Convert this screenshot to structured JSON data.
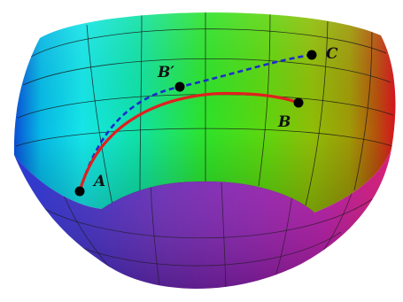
{
  "diagram": {
    "points": [
      {
        "id": "A",
        "label": "A"
      },
      {
        "id": "B",
        "label": "B"
      },
      {
        "id": "Bp",
        "label": "B′"
      },
      {
        "id": "C",
        "label": "C"
      }
    ],
    "paths": [
      {
        "from": "A",
        "to": "B",
        "style": "solid",
        "color": "#e0201e"
      },
      {
        "from": "A",
        "to": "C",
        "via": "B′",
        "style": "dashed",
        "color": "#1b2ccf"
      }
    ],
    "colors": {
      "gridline": "#1a1a1a",
      "point": "#000000"
    }
  }
}
